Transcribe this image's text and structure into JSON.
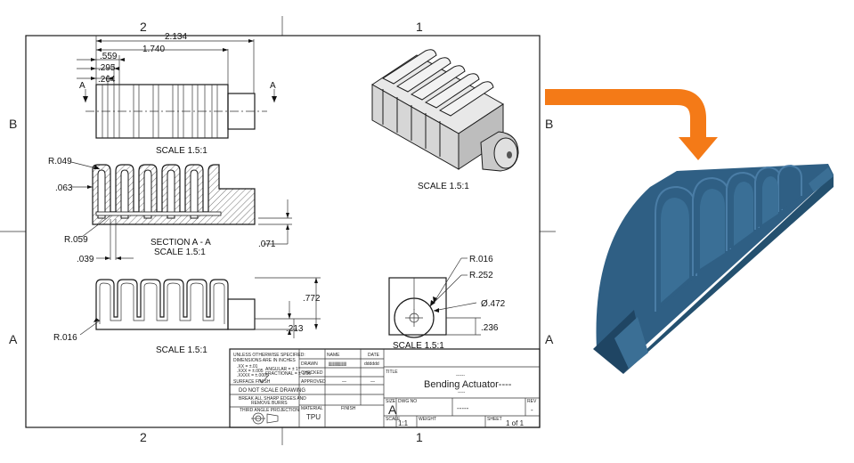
{
  "zones": {
    "top_left": "2",
    "top_right": "1",
    "bottom_left": "2",
    "bottom_right": "1",
    "left_upper": "B",
    "left_lower": "A",
    "right_upper": "B",
    "right_lower": "A"
  },
  "dims": {
    "d2134": "2.134",
    "d1740": "1.740",
    "d559": ".559",
    "d295": ".295",
    "d264": ".264",
    "sec_a1": "A",
    "sec_a2": "A",
    "r049": "R.049",
    "d063": ".063",
    "r059": "R.059",
    "d039": ".039",
    "d071": ".071",
    "r016a": "R.016",
    "d772": ".772",
    "d213": ".213",
    "r016b": "R.016",
    "r252": "R.252",
    "dia472": "Ø.472",
    "d236": ".236"
  },
  "labels": {
    "scale1": "SCALE 1.5:1",
    "section_title": "SECTION A - A",
    "section_scale": "SCALE 1.5:1",
    "scale_iso": "SCALE 1.5:1",
    "scale_front": "SCALE 1.5:1",
    "scale_end": "SCALE 1.5:1"
  },
  "title_block": {
    "notes1": "UNLESS OTHERWISE SPECIFIED:",
    "notes2": "DIMENSIONS ARE IN INCHES",
    "tol1": ".XX = ±.01",
    "tol2": ".XXX = ±.005",
    "tol3": ".XXXX = ±.0005",
    "ang1": "ANGULAR = ± 1°",
    "ang2": "FRACTIONAL = ± 1/16",
    "surface": "SURFACE FINISH",
    "dnsd": "DO NOT SCALE DRAWING",
    "burr1": "BREAK ALL SHARP EDGES AND",
    "burr2": "REMOVE BURRS",
    "projection": "THIRD ANGLE PROJECTION",
    "name_hdr": "NAME",
    "date_hdr": "DATE",
    "drawn": "DRAWN",
    "drawn_name": "jjjjjjjjjjjjjjjjjj",
    "drawn_date": "dddddd",
    "checked": "CHECKED",
    "approved": "APPROVED",
    "approved_name": "—",
    "approved_date": "—",
    "material_hdr": "MATERIAL",
    "material": "TPU",
    "finish_hdr": "FINISH",
    "title_hdr": "TITLE",
    "title_small": "------",
    "title": "Bending Actuator----",
    "title_under": "-----",
    "size_hdr": "SIZE",
    "dwgno_hdr": "DWG NO",
    "dwgno": "-----",
    "size": "A",
    "rev_hdr": "REV",
    "rev": "-",
    "scale_hdr": "SCALE",
    "scale": "1:1",
    "weight_hdr": "WEIGHT",
    "sheet_hdr": "SHEET",
    "sheet": "1 of 1"
  },
  "colors": {
    "arrow": "#f47a17",
    "part": "#2f5f84",
    "part_light": "#4a7da6",
    "part_dark": "#1f4563"
  }
}
